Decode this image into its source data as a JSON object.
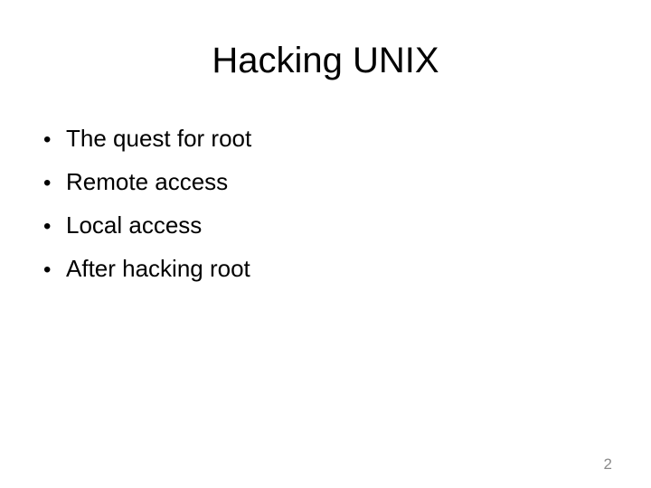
{
  "slide": {
    "title": "Hacking UNIX",
    "bullet_glyph": "•",
    "bullets": [
      "The quest for root",
      "Remote access",
      "Local access",
      "After hacking root"
    ],
    "page_number": "2",
    "colors": {
      "background": "#ffffff",
      "text": "#000000",
      "page_number_gray": "#8a8a8a"
    }
  }
}
